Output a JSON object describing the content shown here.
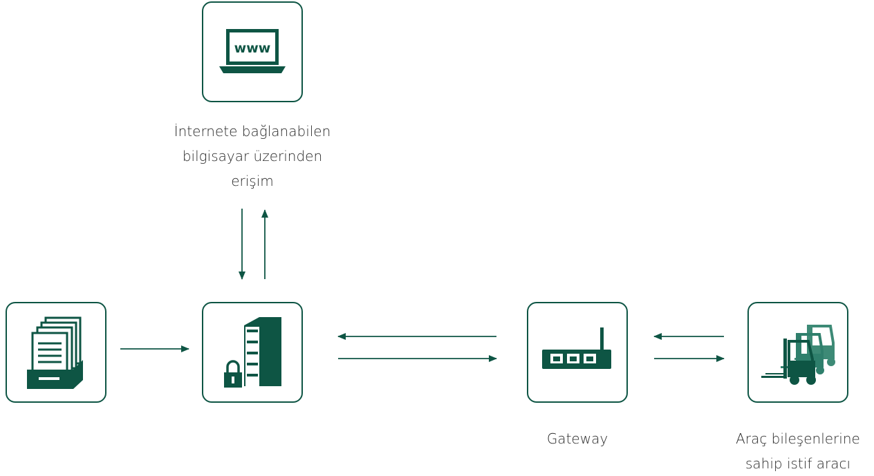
{
  "colors": {
    "primary": "#0e5544",
    "secondary": "#2f7f6c"
  },
  "nodes": {
    "web": {
      "icon": "laptop-www-icon",
      "icon_text": "www",
      "label_lines": [
        "İnternete bağlanabilen",
        "bilgisayar üzerinden",
        "erişim"
      ]
    },
    "archive": {
      "icon": "document-archive-icon"
    },
    "server": {
      "icon": "secure-server-icon"
    },
    "gateway": {
      "icon": "router-icon",
      "label_lines": [
        "Gateway"
      ]
    },
    "forklift": {
      "icon": "forklift-fleet-icon",
      "label_lines": [
        "Araç bileşenlerine",
        "sahip istif aracı"
      ]
    }
  }
}
